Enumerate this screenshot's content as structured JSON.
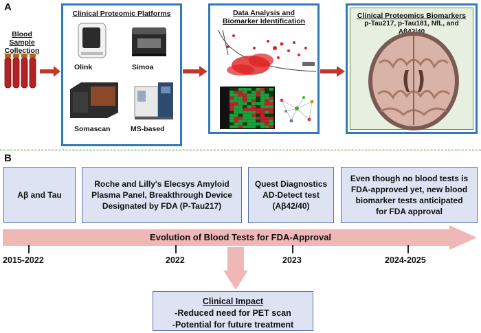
{
  "panelA": {
    "letter": "A",
    "blood_label_line1": "Blood Sample",
    "blood_label_line2": "Collection",
    "platforms": {
      "title": "Clinical Proteomic Platforms",
      "devices": [
        "Olink",
        "Simoa",
        "Somascan",
        "MS-based"
      ]
    },
    "analysis": {
      "title_line1": "Data Analysis and",
      "title_line2": "Biomarker Identification"
    },
    "biomarkers": {
      "title": "Clinical Proteomics Biomarkers",
      "subtitle": "p-Tau217, p-Tau181, NfL, and Aβ42/40"
    },
    "colors": {
      "blue_border": "#2f79bd",
      "green_border": "#5e8a4a",
      "arrow_red": "#c0392b",
      "tube_red": "#b22222"
    }
  },
  "panelB": {
    "letter": "B",
    "boxes": [
      {
        "lines": [
          "Aβ and Tau"
        ]
      },
      {
        "lines": [
          "Roche and Lilly's Elecsys Amyloid",
          "Plasma Panel, Breakthrough Device",
          "Designated by FDA (P-Tau217)"
        ]
      },
      {
        "lines": [
          "Quest Diagnostics",
          "AD-Detect test",
          "(Aβ42/40)"
        ]
      },
      {
        "lines": [
          "Even though no blood tests is",
          "FDA-approved yet, new blood",
          "biomarker tests anticipated",
          "for FDA approval"
        ]
      }
    ],
    "timeline_label": "Evolution of Blood Tests for FDA-Approval",
    "years": [
      "2015-2022",
      "2022",
      "2023",
      "2024-2025"
    ],
    "impact": {
      "title": "Clinical Impact",
      "line1": "-Reduced need for PET scan",
      "line2": "-Potential for future treatment"
    },
    "colors": {
      "box_fill": "#dde3f3",
      "arrow_fill": "#f0b7b7"
    }
  }
}
